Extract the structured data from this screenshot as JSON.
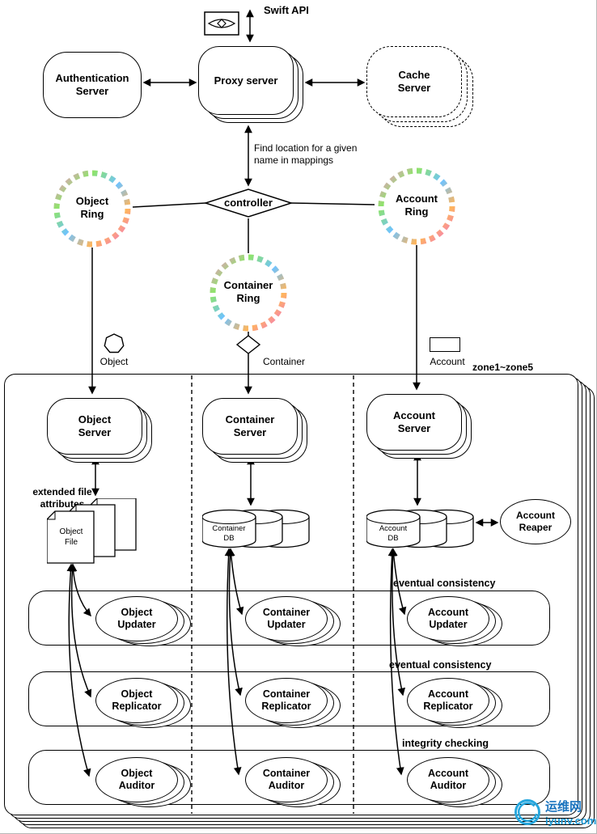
{
  "api": {
    "label": "Swift API"
  },
  "top_nodes": {
    "auth": "Authentication\nServer",
    "proxy": "Proxy server",
    "cache": "Cache\nServer"
  },
  "controller": {
    "label": "controller",
    "note": "Find location for  a given\nname in mappings"
  },
  "rings": {
    "object": "Object\nRing",
    "container": "Container\nRing",
    "account": "Account\nRing"
  },
  "keys": {
    "object": "Object",
    "container": "Container",
    "account": "Account"
  },
  "zone_label": "zone1~zone5",
  "columns": {
    "object": {
      "server": "Object\nServer",
      "store": "Object\nFile",
      "note": "extended file\nattributes",
      "updater": "Object\nUpdater",
      "replicator": "Object\nReplicator",
      "auditor": "Object\nAuditor"
    },
    "container": {
      "server": "Container\nServer",
      "store": "Container\nDB",
      "updater": "Container\nUpdater",
      "replicator": "Container\nReplicator",
      "auditor": "Container\nAuditor"
    },
    "account": {
      "server": "Account\nServer",
      "store": "Account\nDB",
      "reaper": "Account\nReaper",
      "updater": "Account\nUpdater",
      "replicator": "Account\nReplicator",
      "auditor": "Account\nAuditor"
    }
  },
  "bands": [
    {
      "label": "eventual consistency"
    },
    {
      "label": "eventual consistency"
    },
    {
      "label": "integrity checking"
    }
  ],
  "watermark": {
    "name_cn": "运维网",
    "name_en": "iyunv.com",
    "color": "#1d9ad6"
  }
}
